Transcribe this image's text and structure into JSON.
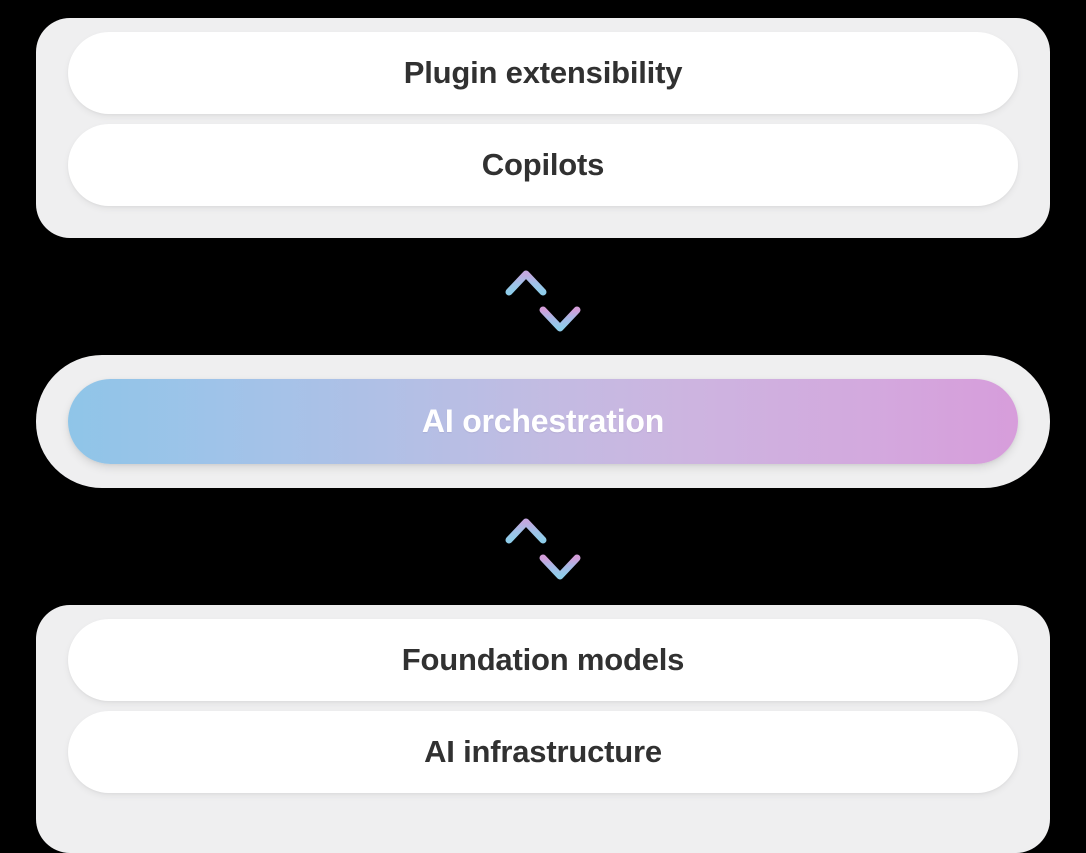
{
  "diagram": {
    "title": "AI technology stack layers",
    "background_color": "#000000",
    "group_background_color": "#efeff0",
    "pill_background_color": "#ffffff",
    "pill_text_color": "#313131",
    "highlight_text_color": "#ffffff",
    "highlight_gradient_start": "#8fc5e8",
    "highlight_gradient_mid": "#c3bbe2",
    "highlight_gradient_end": "#d79ddb",
    "arrow_gradient_start": "#c4a8e0",
    "arrow_gradient_end": "#8fcdea"
  },
  "layers": {
    "top_group": {
      "name": "application-layer",
      "items": [
        {
          "label": "Plugin extensibility"
        },
        {
          "label": "Copilots"
        }
      ]
    },
    "middle_group": {
      "name": "orchestration-layer",
      "items": [
        {
          "label": "AI orchestration"
        }
      ]
    },
    "bottom_group": {
      "name": "foundation-layer",
      "items": [
        {
          "label": "Foundation models"
        },
        {
          "label": "AI infrastructure"
        }
      ]
    }
  },
  "connectors": [
    {
      "name": "bidirectional-arrows-upper",
      "icon": "up-down-arrows-icon"
    },
    {
      "name": "bidirectional-arrows-lower",
      "icon": "up-down-arrows-icon"
    }
  ]
}
